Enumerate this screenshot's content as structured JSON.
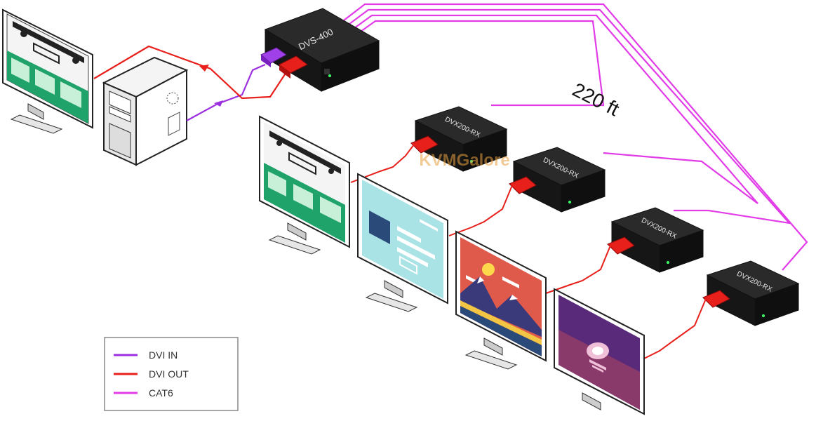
{
  "colors": {
    "dvi_in": "#9b30e0",
    "dvi_out": "#e8201c",
    "cat6": "#e23be8",
    "device_body": "#1c1c1c",
    "screen_green": "#1fa36b",
    "screen_lightblue": "#a9e3e6",
    "screen_red": "#e05a4c",
    "screen_purple": "#5a2a7a"
  },
  "devices": {
    "splitter": {
      "label": "DVS-400"
    },
    "receivers": [
      {
        "label": "DVX200-RX"
      },
      {
        "label": "DVX200-RX"
      },
      {
        "label": "DVX200-RX"
      },
      {
        "label": "DVX200-RX"
      }
    ]
  },
  "distance_label": "220 ft",
  "watermark": "KVMGalore",
  "legend": {
    "items": [
      {
        "label": "DVI IN",
        "color": "#9b30e0"
      },
      {
        "label": "DVI OUT",
        "color": "#e8201c"
      },
      {
        "label": "CAT6",
        "color": "#e23be8"
      }
    ]
  }
}
